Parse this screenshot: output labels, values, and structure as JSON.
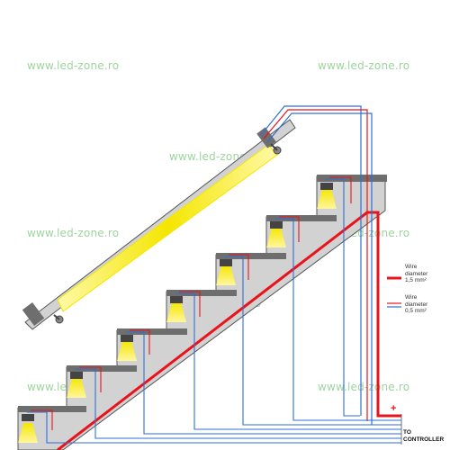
{
  "watermark": "www.led-zone.ro",
  "legend": {
    "thick_line": {
      "label": "Wire\ndiameter\n1,5 mm²",
      "color": "#e8141b"
    },
    "thin_lines": {
      "label": "Wire\ndiameter\n0,5 mm²",
      "colors": [
        "#e8141b",
        "#2f6fd6"
      ]
    }
  },
  "plus_sign": "+",
  "controller_label": "TO\nCONTROLLER",
  "colors": {
    "stair": "#d2d2d2",
    "stair_outline": "#555555",
    "tread": "#6e6e6e",
    "light": "#f4e600",
    "positive_wire": "#e8141b",
    "negative_wire": "#2f6fd6",
    "watermark": "#9ed49e"
  },
  "step_lights": 7
}
